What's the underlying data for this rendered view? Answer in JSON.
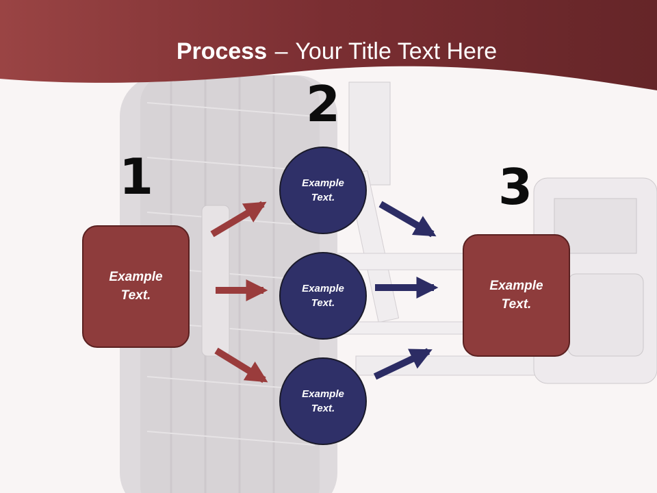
{
  "slide": {
    "title_bold": "Process",
    "title_dash": "–",
    "title_rest": "Your Title Text Here"
  },
  "steps": [
    {
      "number": "1",
      "text": "Example\nText."
    },
    {
      "number": "2",
      "items": [
        "Example\nText.",
        "Example\nText.",
        "Example\nText."
      ]
    },
    {
      "number": "3",
      "text": "Example\nText."
    }
  ],
  "colors": {
    "header": "#8a3a3a",
    "box_fill": "#8e3c3c",
    "circle_fill": "#2f3068",
    "arrow_red": "#9a3c3c",
    "arrow_blue": "#2c2c64"
  }
}
